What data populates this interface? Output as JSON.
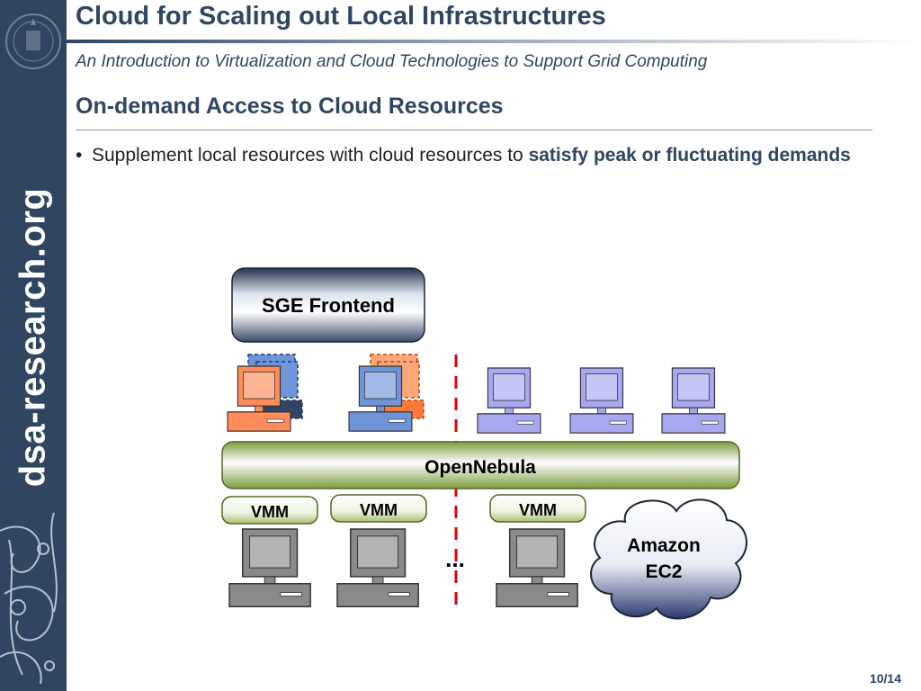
{
  "sidebar": {
    "brand": "dsa-research.org"
  },
  "header": {
    "title": "Cloud for Scaling out Local Infrastructures",
    "subtitle": "An Introduction to Virtualization and Cloud Technologies to Support Grid Computing",
    "section": "On-demand Access to Cloud Resources"
  },
  "content": {
    "bullet_marker": "•",
    "bullet_plain": "Supplement local resources with cloud resources to ",
    "bullet_emphasis": "satisfy peak or fluctuating demands"
  },
  "diagram": {
    "frontend_label": "SGE Frontend",
    "middleware_label": "OpenNebula",
    "vmm_labels": [
      "VMM",
      "VMM",
      "VMM"
    ],
    "ellipsis": "...",
    "cloud_label_line1": "Amazon",
    "cloud_label_line2": "EC2",
    "colors": {
      "local_vm_orange": "#ff8c5a",
      "local_vm_blue": "#6f95d8",
      "cloud_vm": "#a7a7f2",
      "physical_host": "#8a8a8a",
      "opennebula_bar": "#c2d98a",
      "boundary_line": "#e00000"
    }
  },
  "footer": {
    "page": "10/14"
  }
}
